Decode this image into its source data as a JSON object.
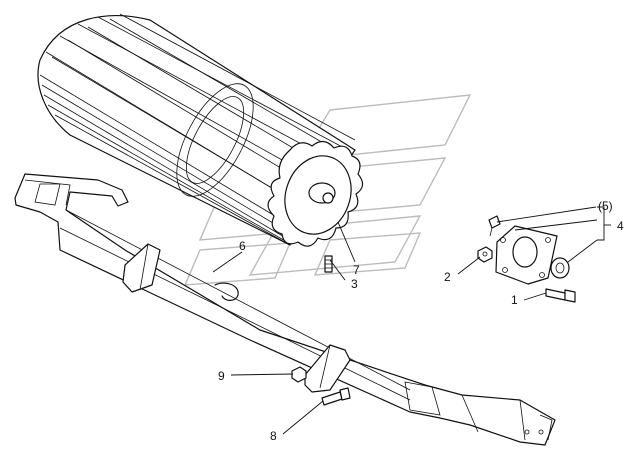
{
  "diagram": {
    "callouts": [
      {
        "id": "c1",
        "text": "1"
      },
      {
        "id": "c2",
        "text": "2"
      },
      {
        "id": "c3",
        "text": "3"
      },
      {
        "id": "c4",
        "text": "4"
      },
      {
        "id": "c5",
        "text": "(5)"
      },
      {
        "id": "c6",
        "text": "6"
      },
      {
        "id": "c7",
        "text": "7"
      },
      {
        "id": "c8",
        "text": "8"
      },
      {
        "id": "c9",
        "text": "9"
      }
    ]
  }
}
